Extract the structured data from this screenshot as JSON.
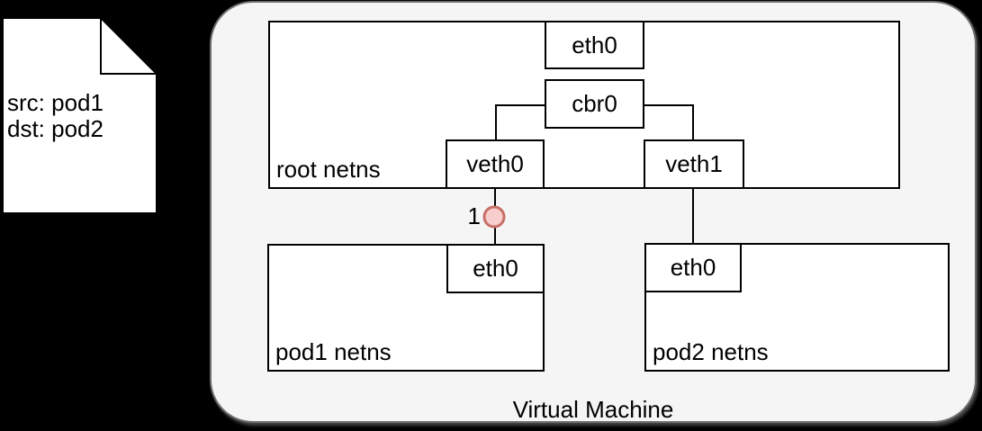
{
  "colors": {
    "background": "#000000",
    "vm_fill": "#f5f5f5",
    "vm_border": "#6e6e6e",
    "node_fill": "#ffffff",
    "node_border": "#000000",
    "marker_fill": "#f8cecc",
    "marker_stroke": "#c86f68"
  },
  "packet": {
    "lines": [
      "src: pod1",
      "dst: pod2"
    ]
  },
  "vm": {
    "label": "Virtual Machine",
    "root_netns": {
      "label": "root netns",
      "eth0_label": "eth0",
      "cbr0_label": "cbr0",
      "veth0_label": "veth0",
      "veth1_label": "veth1"
    },
    "pod1_netns": {
      "label": "pod1 netns",
      "eth0_label": "eth0"
    },
    "pod2_netns": {
      "label": "pod2 netns",
      "eth0_label": "eth0"
    }
  },
  "marker": {
    "label": "1"
  }
}
